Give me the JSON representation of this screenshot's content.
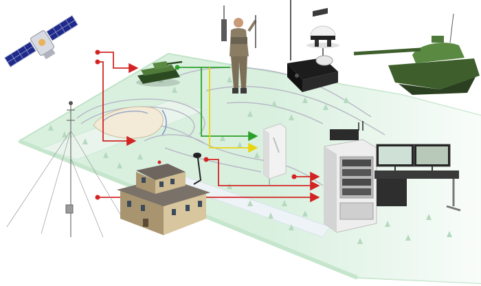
{
  "diagram": {
    "nodes": [
      {
        "id": "satellite",
        "icon": "satellite-icon"
      },
      {
        "id": "weather-mast",
        "icon": "antenna-mast-icon"
      },
      {
        "id": "tank-on-range",
        "icon": "tank-icon"
      },
      {
        "id": "field-operator",
        "icon": "soldier-icon"
      },
      {
        "id": "radio-receiver-unit",
        "icon": "radio-receiver-icon"
      },
      {
        "id": "gnss-dome-antennas",
        "icon": "dome-antenna-icon"
      },
      {
        "id": "tank",
        "icon": "tank-icon"
      },
      {
        "id": "control-tower",
        "icon": "building-icon"
      },
      {
        "id": "access-point",
        "icon": "wifi-panel-icon"
      },
      {
        "id": "server-rack",
        "icon": "server-rack-icon"
      },
      {
        "id": "operator-workstation",
        "icon": "workstation-icon"
      }
    ],
    "connections": [
      {
        "from": "satellite",
        "to": "tank-on-range",
        "color": "#d32424"
      },
      {
        "from": "satellite",
        "to": "access-point",
        "color": "#d32424"
      },
      {
        "from": "tank-on-range",
        "to": "access-point",
        "color": "#2aa02a"
      },
      {
        "from": "tank-on-range",
        "to": "access-point",
        "color": "#f2e21a"
      },
      {
        "from": "field-operator",
        "to": "access-point",
        "color": "#2aa02a"
      },
      {
        "from": "access-point",
        "to": "server-rack",
        "color": "#d32424"
      },
      {
        "from": "control-tower",
        "to": "server-rack",
        "color": "#d32424"
      }
    ],
    "colors": {
      "terrain": "#d9f0df",
      "terrain_edge": "#bfe3c7",
      "road": "#b9b9c7",
      "red_link": "#d32424",
      "green_link": "#2aa02a",
      "yellow_link": "#f2e21a",
      "tree": "#b5d9bf"
    }
  }
}
